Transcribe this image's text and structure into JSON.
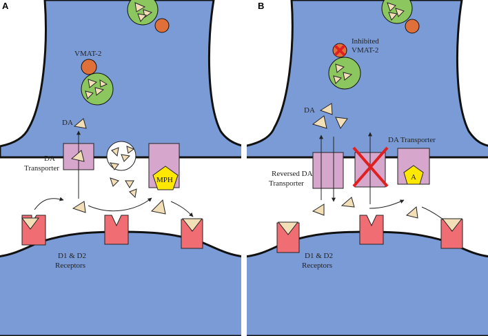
{
  "panels": [
    {
      "letter": "A",
      "labels": {
        "vmat": "VMAT-2",
        "da": "DA",
        "transporter_line1": "DA",
        "transporter_line2": "Transporter",
        "drug": "MPH",
        "receptors_line1": "D1 & D2",
        "receptors_line2": "Receptors"
      }
    },
    {
      "letter": "B",
      "labels": {
        "vmat_line1": "Inhibited",
        "vmat_line2": "VMAT-2",
        "da": "DA",
        "transporter": "DA Transporter",
        "reversed_line1": "Reversed DA",
        "reversed_line2": "Transporter",
        "drug": "A",
        "receptors_line1": "D1 & D2",
        "receptors_line2": "Receptors"
      }
    }
  ],
  "colors": {
    "neuron": "#7a9bd6",
    "membrane": "#111111",
    "vesicle": "#8cc65e",
    "vmat": "#e0703a",
    "transporter": "#d7a6cc",
    "receptor": "#f06d73",
    "dopamine": "#f2dfb8",
    "drug": "#ffe800",
    "inhibit": "#e02020"
  }
}
